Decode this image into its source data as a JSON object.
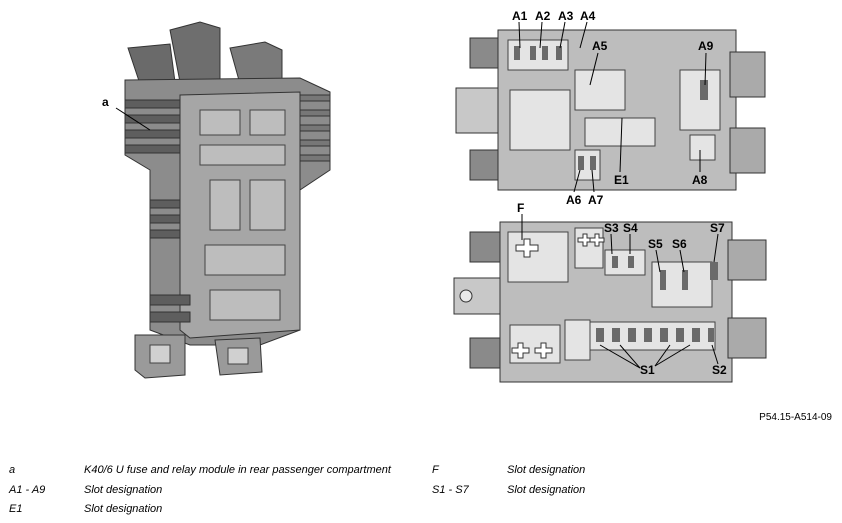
{
  "reference_code": "P54.15-A514-09",
  "callouts": {
    "a": "a",
    "A1": "A1",
    "A2": "A2",
    "A3": "A3",
    "A4": "A4",
    "A5": "A5",
    "A6": "A6",
    "A7": "A7",
    "A8": "A8",
    "A9": "A9",
    "E1": "E1",
    "F": "F",
    "S1": "S1",
    "S2": "S2",
    "S3": "S3",
    "S4": "S4",
    "S5": "S5",
    "S6": "S6",
    "S7": "S7"
  },
  "legend": [
    {
      "key": "a",
      "text": "K40/6 U fuse and relay module in rear passenger compartment"
    },
    {
      "key": "A1 - A9",
      "text": "Slot designation"
    },
    {
      "key": "E1",
      "text": "Slot designation"
    },
    {
      "key": "F",
      "text": "Slot designation"
    },
    {
      "key": "S1 - S7",
      "text": "Slot designation"
    }
  ]
}
